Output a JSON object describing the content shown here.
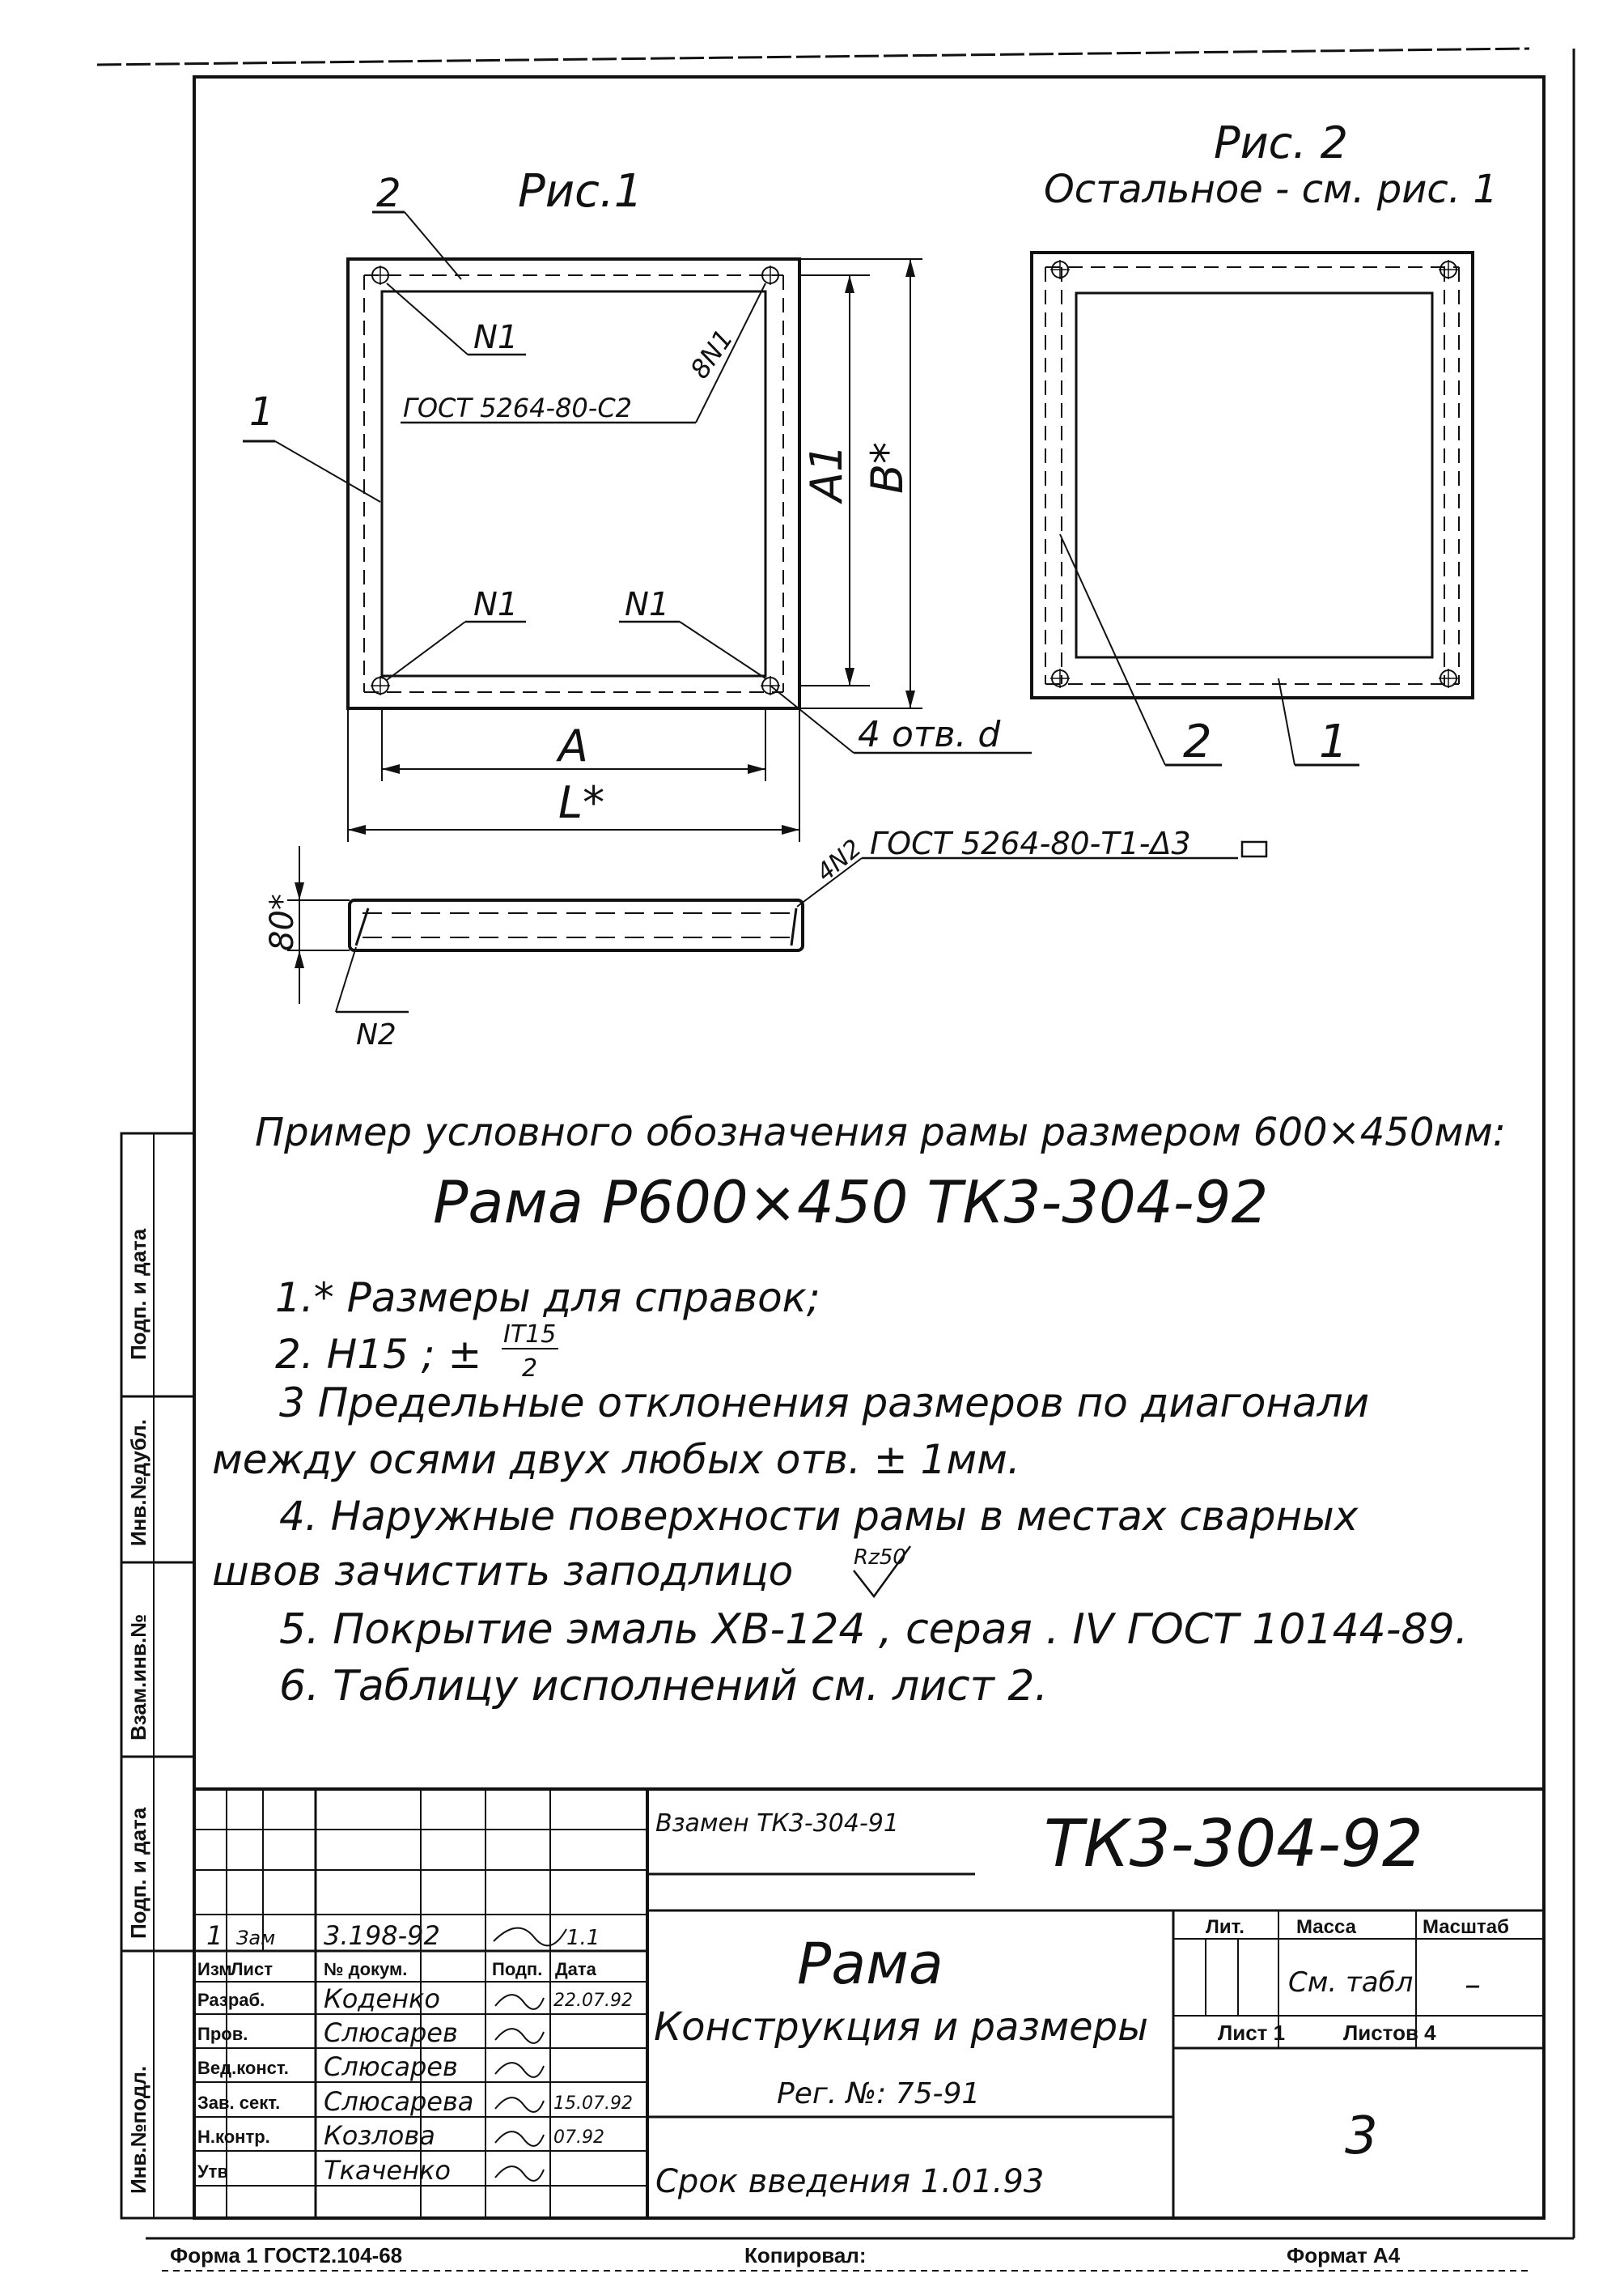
{
  "figures": {
    "fig1": {
      "title": "Рис.1",
      "leaders": {
        "pos1": "1",
        "pos2": "2",
        "weld_top": "N1",
        "weld_gost": "ГОСТ 5264-80-С2",
        "weld_count": "8N1",
        "weld_bottom_left": "N1",
        "weld_bottom_right": "N1",
        "holes": "4 отв. d"
      },
      "dims": {
        "A": "A",
        "L": "L*",
        "A1": "A1",
        "B": "B*"
      }
    },
    "fig2": {
      "title": "Рис. 2",
      "subtitle": "Остальное - см. рис. 1",
      "leaders": {
        "pos2": "2",
        "pos1": "1"
      }
    },
    "section": {
      "weld_count": "4N2",
      "weld_gost": "ГОСТ 5264-80-Т1-Δ3",
      "height": "80*",
      "weld_label": "N2"
    }
  },
  "example": {
    "caption": "Пример условного обозначения рамы размером 600×450мм:",
    "designation": "Рама Р600×450 ТК3-304-92"
  },
  "notes": {
    "n1": "1.* Размеры для справок;",
    "n2_prefix": "2. H15 ;  ±",
    "n2_num": "IT15",
    "n2_den": "2",
    "n3a": "3  Предельные  отклонения  размеров  по  диагонали",
    "n3b": "между  осями  двух  любых  отв. ± 1мм.",
    "n4a": "4. Наружные  поверхности  рамы  в  местах  сварных",
    "n4b": "швов  зачистить  заподлицо",
    "n4_rough": "Rz50",
    "n5": "5. Покрытие  эмаль  ХВ-124 , серая . IV  ГОСТ 10144-89.",
    "n6": "6. Таблицу  исполнений  см. лист 2."
  },
  "side_stamps": {
    "s1": "Подп. и дата",
    "s2": "Инв.№дубл.",
    "s3": "Взам.инв.№",
    "s4": "Подп. и дата",
    "s5": "Инв.№подл."
  },
  "title_block": {
    "replaces": "Взамен ТК3-304-91",
    "designation": "ТК3-304-92",
    "name": "Рама",
    "subtitle": "Конструкция и размеры",
    "reg": "Рег. №: 75-91",
    "intro_date": "Срок введения 1.01.93",
    "lit_header": "Лит.",
    "mass_header": "Масса",
    "scale_header": "Масштаб",
    "mass_value": "См. табл",
    "scale_value": "–",
    "sheet_label": "Лист 1",
    "sheets_label": "Листов 4",
    "sheet_no": "3",
    "change": {
      "rev": "1",
      "kind": "Зам",
      "doc": "3.198-92",
      "date": "1.1"
    },
    "col_headers": {
      "izm": "Изм",
      "list": "Лист",
      "doc": "№ докум.",
      "sign": "Подп.",
      "date": "Дата"
    },
    "rows": [
      {
        "role": "Разраб.",
        "name": "Коденко",
        "date": "22.07.92"
      },
      {
        "role": "Пров.",
        "name": "Слюсарев",
        "date": ""
      },
      {
        "role": "Вед.конст.",
        "name": "Слюсарев",
        "date": ""
      },
      {
        "role": "Зав. сект.",
        "name": "Слюсарева",
        "date": "15.07.92"
      },
      {
        "role": "Н.контр.",
        "name": "Козлова",
        "date": "07.92"
      },
      {
        "role": "Утв",
        "name": "Ткаченко",
        "date": ""
      }
    ]
  },
  "footer": {
    "form": "Форма 1 ГОСТ2.104-68",
    "copied": "Копировал:",
    "format": "Формат А4"
  }
}
